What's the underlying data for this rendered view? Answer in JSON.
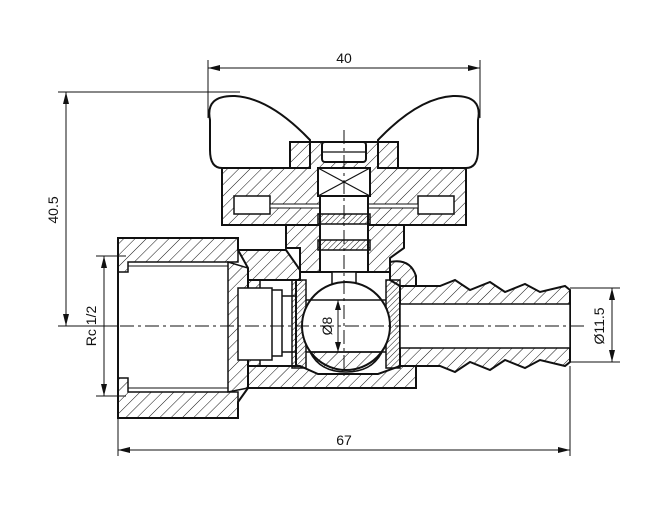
{
  "drawing": {
    "dimensions": {
      "top_width": "40",
      "overall_height": "40.5",
      "overall_length": "67",
      "thread": "Rc 1/2",
      "ball_bore": "Ø8",
      "hose_diameter": "Ø11.5"
    },
    "colors": {
      "line": "#111111",
      "background": "#ffffff"
    }
  }
}
